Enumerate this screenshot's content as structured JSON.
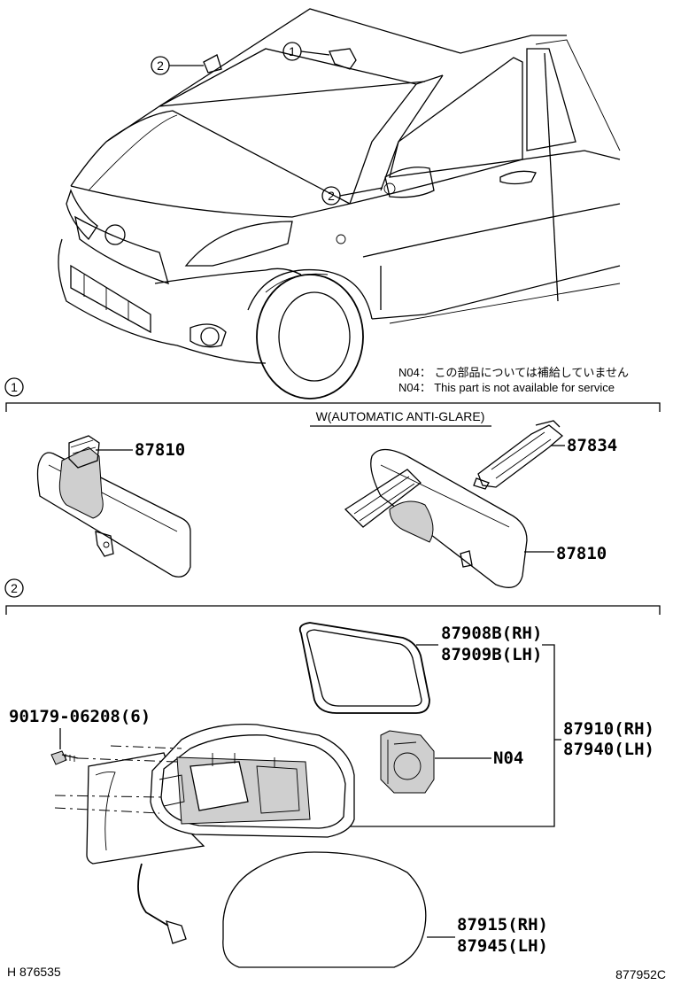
{
  "callouts": {
    "car_mirror_inner": "1",
    "car_mirror_outer_top": "2",
    "car_mirror_outer_side": "2",
    "section_one": "1",
    "section_two": "2"
  },
  "notes": {
    "jp": "N04： この部品については補給していません",
    "en": "N04： This part is not available for service"
  },
  "section_one": {
    "variant_label": "W(AUTOMATIC ANTI-GLARE)",
    "parts": {
      "inner_mirror_a": "87810",
      "inner_mirror_b": "87810",
      "cover": "87834"
    }
  },
  "section_two": {
    "parts": {
      "screw": "90179-06208(6)",
      "frame_rh": "87908B(RH)",
      "frame_lh": "87909B(LH)",
      "assy_rh": "87910(RH)",
      "assy_lh": "87940(LH)",
      "motor": "N04",
      "glass_rh": "87915(RH)",
      "glass_lh": "87945(LH)"
    }
  },
  "footer": {
    "left_code": "H 876535",
    "right_code": "877952C"
  }
}
